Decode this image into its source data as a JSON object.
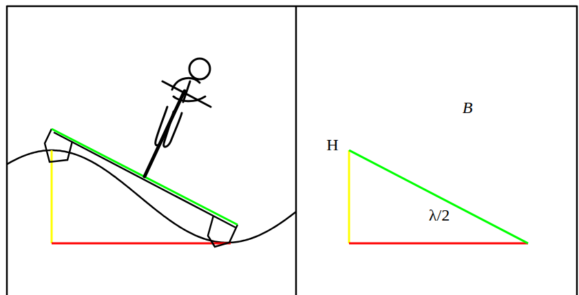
{
  "diagram": {
    "labels": [
      "B",
      "H",
      "λ/2"
    ]
  }
}
